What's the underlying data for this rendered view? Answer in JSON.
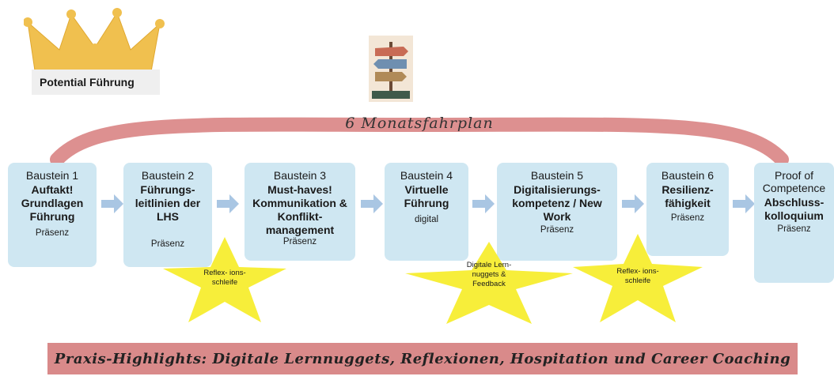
{
  "crown": {
    "label": "Potential Führung"
  },
  "plan_title": "6 Monatsfahrplan",
  "modules": [
    {
      "head": "Baustein 1",
      "title": "Auftakt! Grundlagen Führung",
      "mode": "Präsenz"
    },
    {
      "head": "Baustein 2",
      "title": "Führungs- leitlinien der LHS",
      "mode": "Präsenz"
    },
    {
      "head": "Baustein 3",
      "title": "Must-haves! Kommunikation & Konflikt- management",
      "mode": "Präsenz"
    },
    {
      "head": "Baustein 4",
      "title": "Virtuelle Führung",
      "mode": "digital"
    },
    {
      "head": "Baustein 5",
      "title": "Digitalisierungs- kompetenz / New Work",
      "mode": "Präsenz"
    },
    {
      "head": "Baustein 6",
      "title": "Resilienz- fähigkeit",
      "mode": "Präsenz"
    },
    {
      "head": "Proof of Competence",
      "title": "Abschluss- kolloquium",
      "mode": "Präsenz"
    }
  ],
  "stars": [
    {
      "text": "Reflex- ions- schleife"
    },
    {
      "text": "Digitale Lern- nuggets & Feedback"
    },
    {
      "text": "Reflex- ions- schleife"
    }
  ],
  "banner": "Praxis-Highlights: Digitale Lernnuggets, Reflexionen, Hospitation und Career Coaching",
  "colors": {
    "box": "#cfe7f2",
    "arrow": "#a9c6e3",
    "star": "#f7ee3a",
    "arc": "#dd9090",
    "banner": "#d98a8a",
    "crown": "#f0c04f"
  }
}
